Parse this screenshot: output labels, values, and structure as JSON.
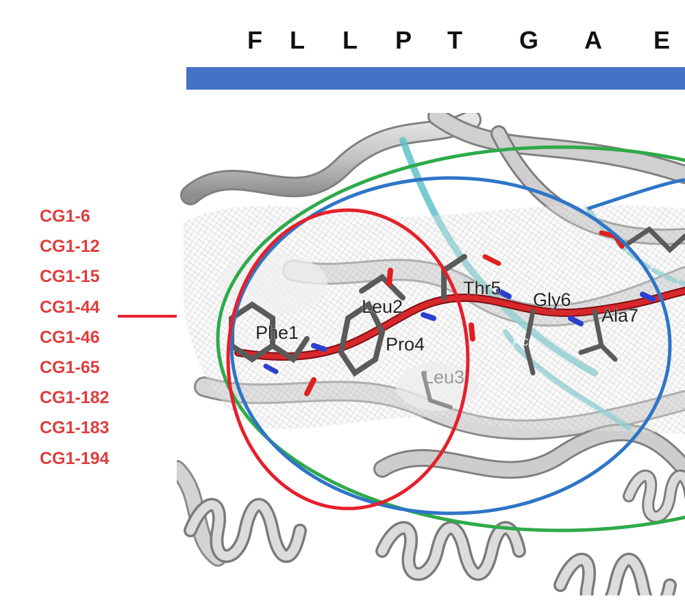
{
  "sequence": {
    "letters": [
      "F",
      "L",
      "L",
      "P",
      "T",
      "G",
      "A",
      "E"
    ],
    "bar_color": "#4472C4"
  },
  "clusters": {
    "color": "#E03C3C",
    "labels": [
      "CG1-6",
      "CG1-12",
      "CG1-15",
      "CG1-44",
      "CG1-46",
      "CG1-65",
      "CG1-182",
      "CG1-183",
      "CG1-194"
    ]
  },
  "ellipse_colors": {
    "red": "#E5202B",
    "blue": "#2E75C7",
    "green": "#2EAA4A"
  },
  "residues": {
    "phe1": "Phe1",
    "leu2": "Leu2",
    "leu3": "Leu3",
    "pro4": "Pro4",
    "thr5": "Thr5",
    "gly6": "Gly6",
    "ala7": "Ala7",
    "cyan_label": "Acç"
  }
}
